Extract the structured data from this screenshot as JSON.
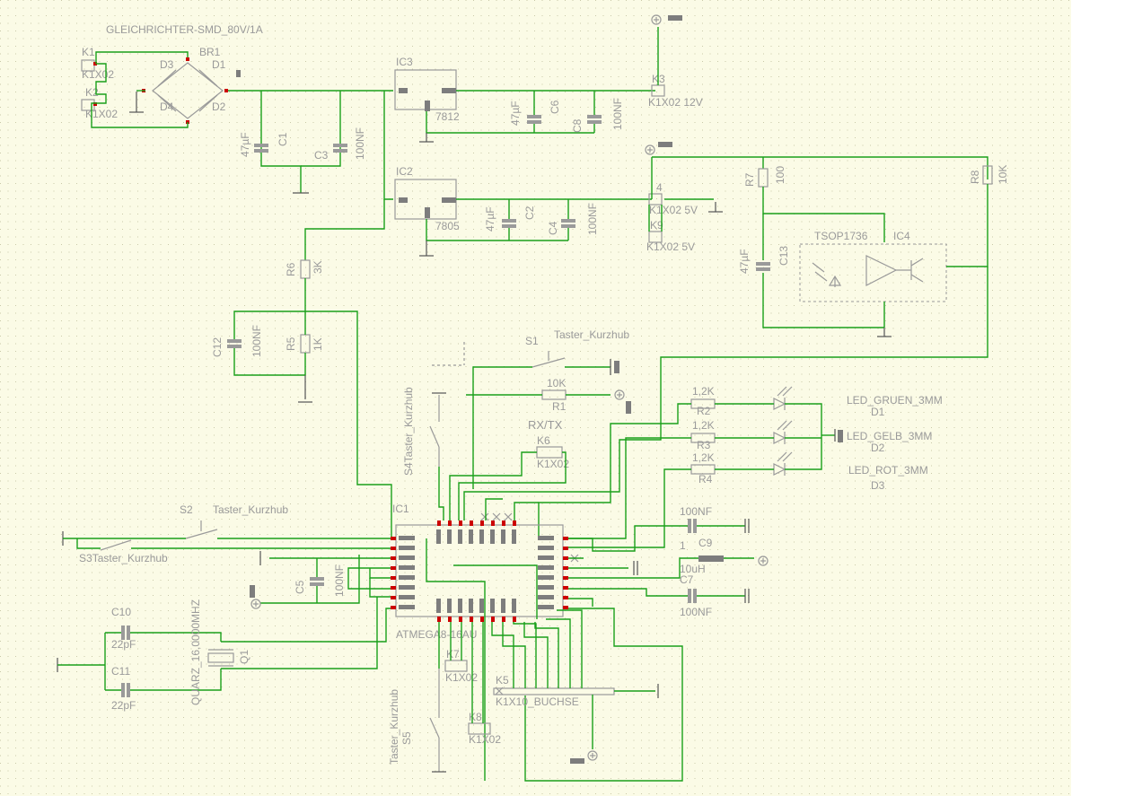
{
  "sheet": {
    "title": "GLEICHRICHTER-SMD_80V/1A",
    "colors": {
      "background": "#fbfbe6",
      "wire": "#1aa01a",
      "symbol": "#9a9a9a",
      "pin": "#cc0000"
    }
  },
  "parts": {
    "k1": {
      "name": "K1",
      "value": "K1X02"
    },
    "k2": {
      "name": "K2",
      "value": "K1X02"
    },
    "br1": {
      "name": "BR1",
      "d1": "D1",
      "d2": "D2",
      "d3": "D3",
      "d4": "D4"
    },
    "ic3": {
      "name": "IC3",
      "value": "7812"
    },
    "ic2": {
      "name": "IC2",
      "value": "7805"
    },
    "c1": {
      "name": "C1",
      "value": "47µF"
    },
    "c3": {
      "name": "C3",
      "value": "100NF"
    },
    "c6": {
      "name": "C6",
      "value": "47µF"
    },
    "c8": {
      "name": "C8",
      "value": "100NF"
    },
    "c2": {
      "name": "C2",
      "value": "47µF"
    },
    "c4": {
      "name": "C4",
      "value": "100NF"
    },
    "k3": {
      "name": "K3",
      "value": "K1X02 12V"
    },
    "k4": {
      "name": "4",
      "value": "K1X02 5V"
    },
    "k9": {
      "name": "K9",
      "value": "K1X02 5V"
    },
    "r7": {
      "name": "R7",
      "value": "100"
    },
    "r8": {
      "name": "R8",
      "value": "10K"
    },
    "c13": {
      "name": "C13",
      "value": "47µF"
    },
    "ic4": {
      "name": "IC4",
      "value": "TSOP1736"
    },
    "r6": {
      "name": "R6",
      "value": "3K"
    },
    "r5": {
      "name": "R5",
      "value": "1K"
    },
    "c12": {
      "name": "C12",
      "value": "100NF"
    },
    "s1": {
      "name": "S1",
      "value": "Taster_Kurzhub"
    },
    "s4": {
      "name": "S4",
      "value": "Taster_Kurzhub"
    },
    "r1": {
      "name": "R1",
      "value": "10K"
    },
    "rxtx": {
      "label": "RX/TX"
    },
    "k6": {
      "name": "K6",
      "value": "K1X02"
    },
    "r2": {
      "name": "R2",
      "value": "1,2K"
    },
    "r3": {
      "name": "R3",
      "value": "1,2K"
    },
    "r4": {
      "name": "R4",
      "value": "1,2K"
    },
    "d1": {
      "name": "D1",
      "value": "LED_GRUEN_3MM"
    },
    "d2": {
      "name": "D2",
      "value": "LED_GELB_3MM"
    },
    "d3": {
      "name": "D3",
      "value": "LED_ROT_3MM"
    },
    "ic1": {
      "name": "IC1",
      "value": "ATMEGA8-16AU"
    },
    "s2": {
      "name": "S2",
      "value": "Taster_Kurzhub"
    },
    "s3": {
      "name": "S3",
      "value": "Taster_Kurzhub"
    },
    "c5": {
      "name": "C5",
      "value": "100NF"
    },
    "c9": {
      "name": "C9",
      "value": "100NF"
    },
    "l1": {
      "name": "1",
      "value": "10uH"
    },
    "c7": {
      "name": "C7",
      "value": "100NF"
    },
    "c10": {
      "name": "C10",
      "value": "22pF"
    },
    "c11": {
      "name": "C11",
      "value": "22pF"
    },
    "q1": {
      "name": "Q1",
      "value": "QUARZ_16,0000MHZ"
    },
    "k7": {
      "name": "K7",
      "value": "K1X02"
    },
    "k8": {
      "name": "K8",
      "value": "K1X02"
    },
    "k5": {
      "name": "K5",
      "value": "K1X10_BUCHSE"
    },
    "s5": {
      "name": "S5",
      "value": "Taster_Kurzhub"
    }
  }
}
